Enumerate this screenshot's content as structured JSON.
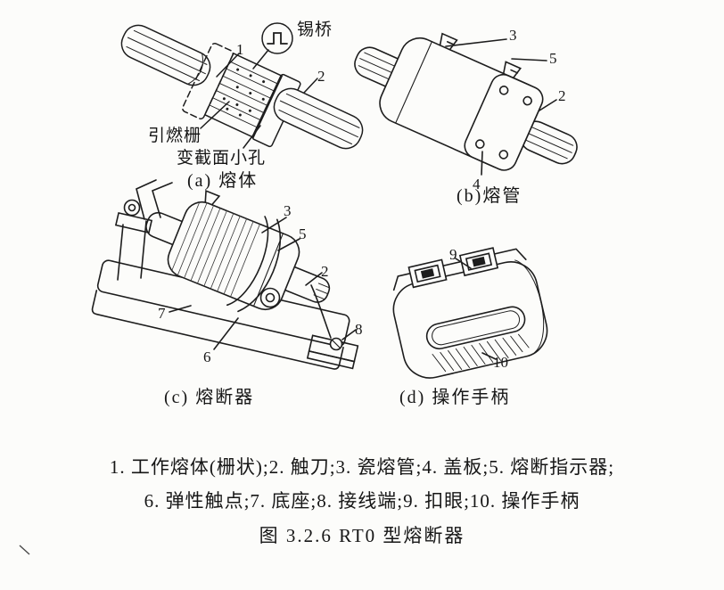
{
  "figure": {
    "panel_a": {
      "caption": "(a) 熔体",
      "labels": {
        "tin_bridge": "锡桥",
        "ignition_grid": "引燃栅",
        "holes": "变截面小孔"
      },
      "numbers": {
        "n1": "1",
        "n2": "2"
      }
    },
    "panel_b": {
      "caption": "(b)熔管",
      "numbers": {
        "n3": "3",
        "n5": "5",
        "n2": "2",
        "n4": "4"
      }
    },
    "panel_c": {
      "caption": "(c) 熔断器",
      "numbers": {
        "n3": "3",
        "n5": "5",
        "n2": "2",
        "n7": "7",
        "n6": "6",
        "n8": "8"
      }
    },
    "panel_d": {
      "caption": "(d) 操作手柄",
      "numbers": {
        "n9": "9",
        "n10": "10"
      }
    },
    "legend": {
      "line1": "1. 工作熔体(栅状);2. 触刀;3. 瓷熔管;4. 盖板;5. 熔断指示器;",
      "line2": "6. 弹性触点;7. 底座;8. 接线端;9. 扣眼;10. 操作手柄"
    },
    "title": "图 3.2.6  RT0 型熔断器",
    "colors": {
      "ink": "#1d1d1d",
      "paper": "#fcfcfa"
    }
  }
}
